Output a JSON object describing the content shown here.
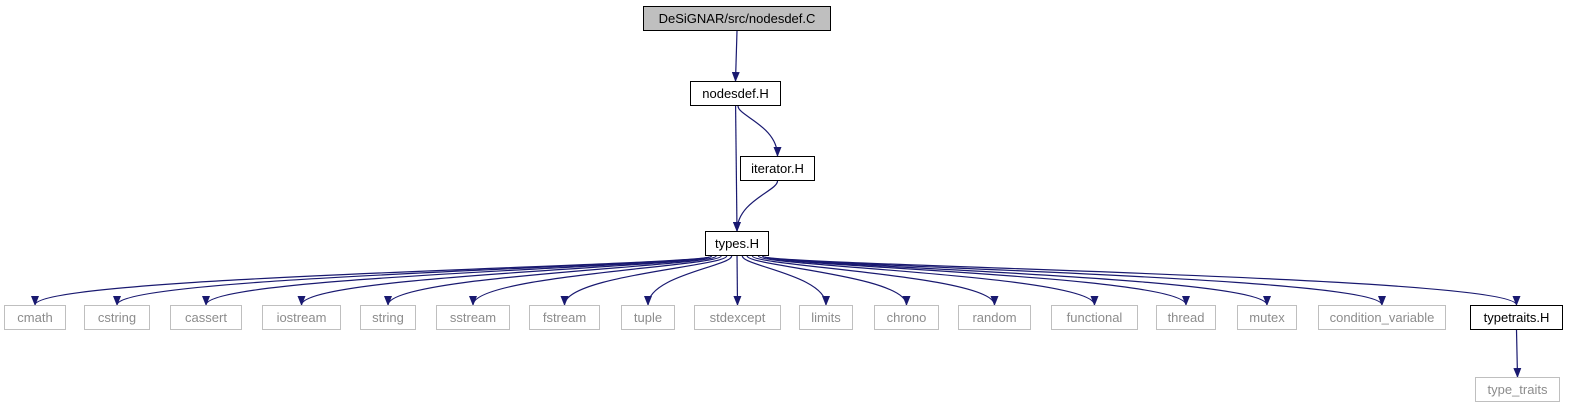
{
  "colors": {
    "edge": "#191970",
    "external_border": "#bfbfbf",
    "root_fill": "#bfbfbf"
  },
  "nodes": {
    "root": "DeSiGNAR/src/nodesdef.C",
    "nodesdef": "nodesdef.H",
    "iterator": "iterator.H",
    "types": "types.H",
    "cmath": "cmath",
    "cstring": "cstring",
    "cassert": "cassert",
    "iostream": "iostream",
    "string": "string",
    "sstream": "sstream",
    "fstream": "fstream",
    "tuple": "tuple",
    "stdexcept": "stdexcept",
    "limits": "limits",
    "chrono": "chrono",
    "random": "random",
    "functional": "functional",
    "thread": "thread",
    "mutex": "mutex",
    "condition_variable": "condition_variable",
    "typetraits": "typetraits.H",
    "type_traits": "type_traits"
  },
  "edges": [
    [
      "root",
      "nodesdef"
    ],
    [
      "nodesdef",
      "types"
    ],
    [
      "nodesdef",
      "iterator"
    ],
    [
      "iterator",
      "types"
    ],
    [
      "types",
      "cmath"
    ],
    [
      "types",
      "cstring"
    ],
    [
      "types",
      "cassert"
    ],
    [
      "types",
      "iostream"
    ],
    [
      "types",
      "string"
    ],
    [
      "types",
      "sstream"
    ],
    [
      "types",
      "fstream"
    ],
    [
      "types",
      "tuple"
    ],
    [
      "types",
      "stdexcept"
    ],
    [
      "types",
      "limits"
    ],
    [
      "types",
      "chrono"
    ],
    [
      "types",
      "random"
    ],
    [
      "types",
      "functional"
    ],
    [
      "types",
      "thread"
    ],
    [
      "types",
      "mutex"
    ],
    [
      "types",
      "condition_variable"
    ],
    [
      "types",
      "typetraits"
    ],
    [
      "typetraits",
      "type_traits"
    ]
  ]
}
